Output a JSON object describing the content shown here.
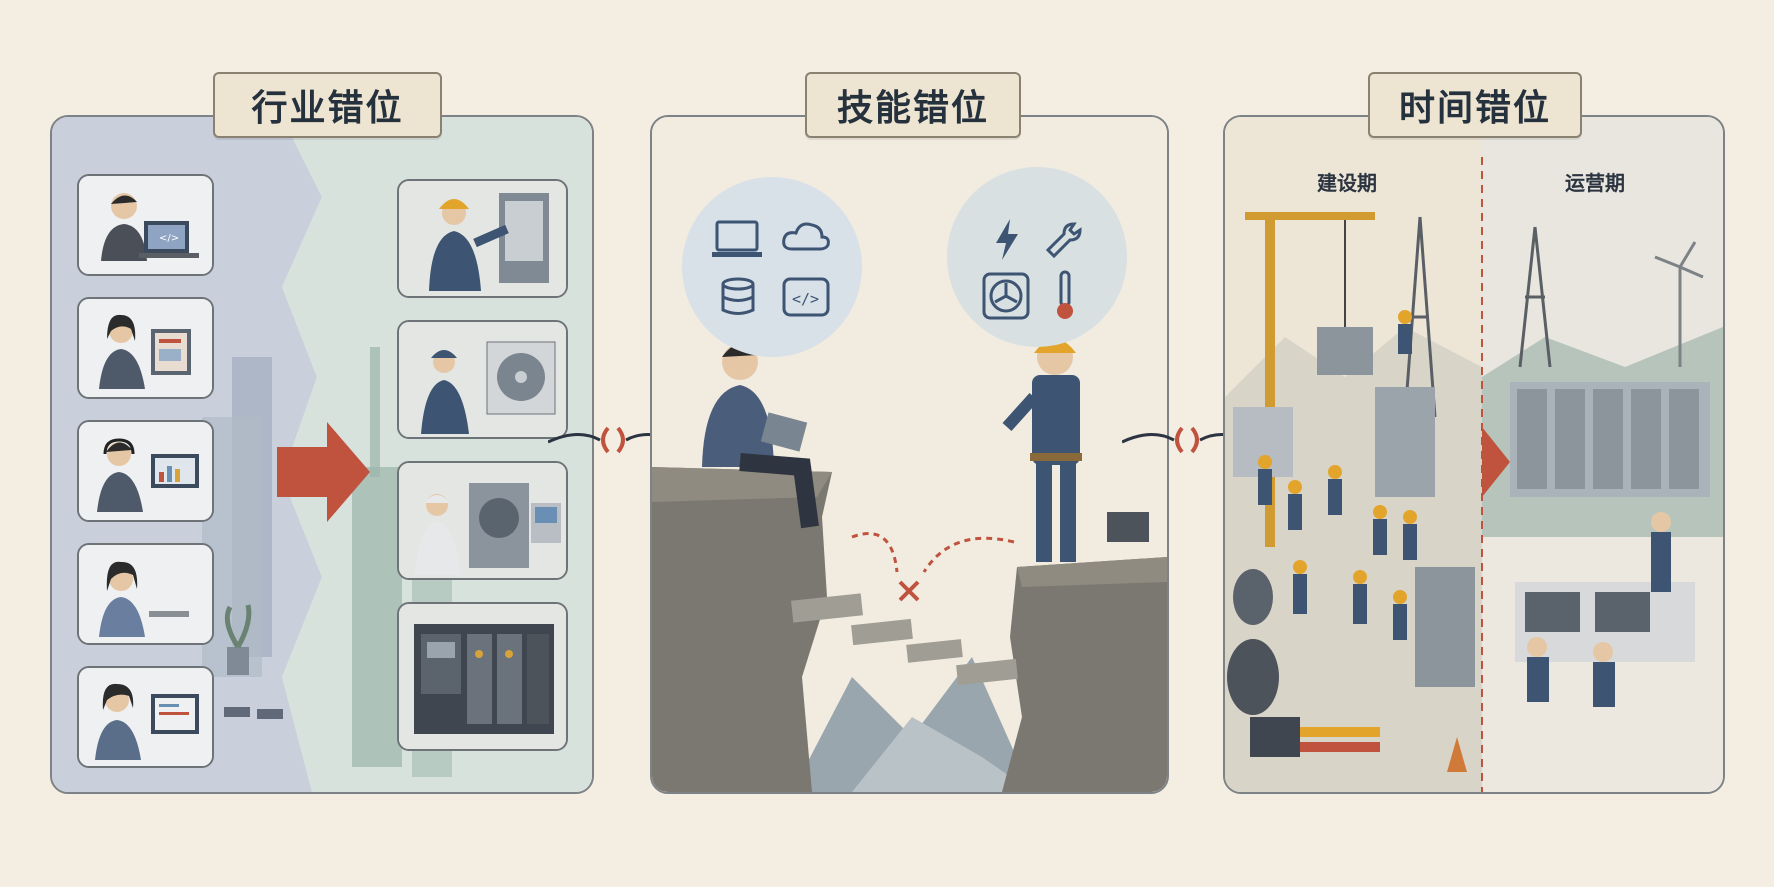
{
  "panels": [
    {
      "title": "行业错位"
    },
    {
      "title": "技能错位"
    },
    {
      "title": "时间错位",
      "left_label": "建设期",
      "right_label": "运营期"
    }
  ],
  "colors": {
    "background": "#f4eee2",
    "panel_border": "#7d8286",
    "accent_arrow": "#c0533e",
    "worker_blue": "#3d5573",
    "helmet_yellow": "#e3a42c"
  },
  "icons": {
    "skills_it": [
      "laptop-icon",
      "cloud-icon",
      "database-icon",
      "code-icon"
    ],
    "skills_field": [
      "lightning-icon",
      "wrench-icon",
      "fan-icon",
      "thermometer-icon"
    ]
  }
}
